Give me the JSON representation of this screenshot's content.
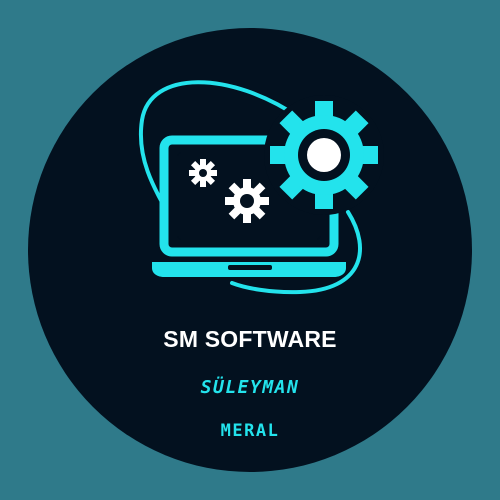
{
  "logo": {
    "title": "SM SOFTWARE",
    "first_name": "SÜLEYMAN",
    "last_name": "MERAL"
  },
  "colors": {
    "page_background": "#2f7a8a",
    "badge_background": "#03111f",
    "accent": "#23e3ec",
    "title_text": "#ffffff"
  },
  "icons": [
    "laptop-icon",
    "large-gear-icon",
    "small-gear-icon",
    "medium-gear-icon",
    "orbit-ring-icon"
  ]
}
